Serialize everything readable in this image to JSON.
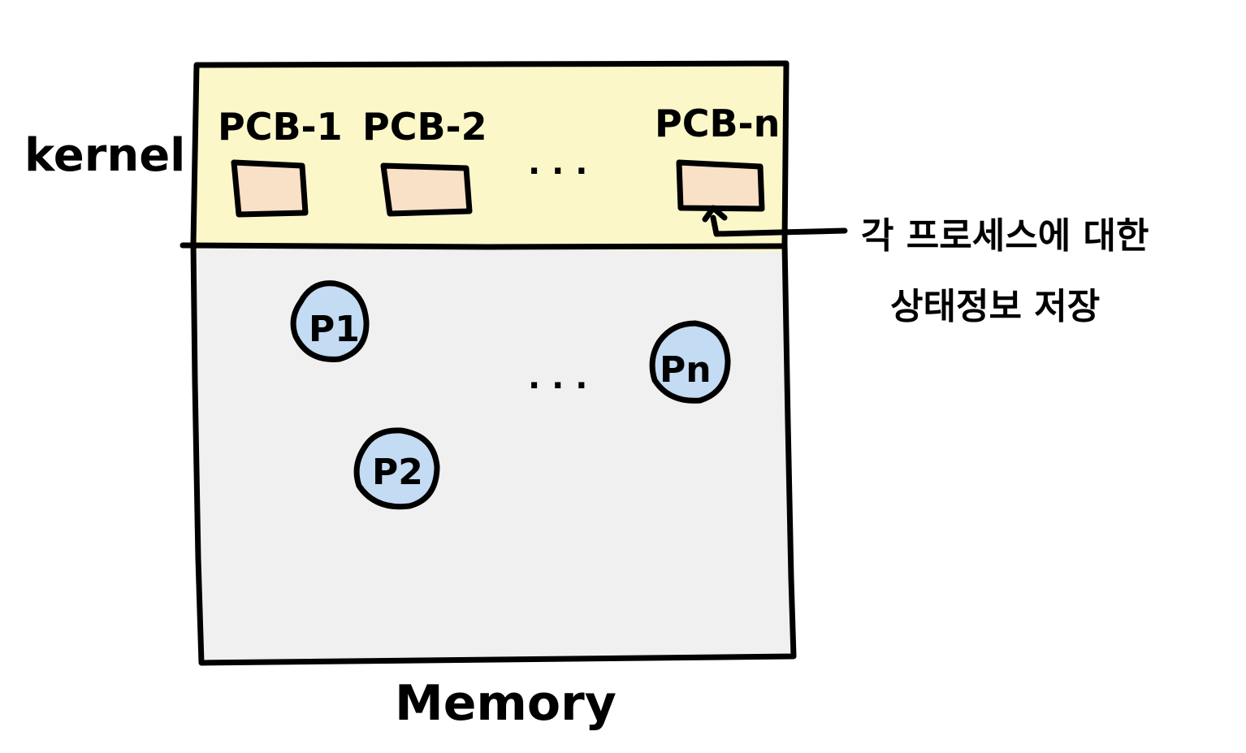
{
  "diagram": {
    "kernel_label": "kernel",
    "memory_label": "Memory",
    "pcb_labels": [
      "PCB-1",
      "PCB-2",
      "PCB-n"
    ],
    "pcb_ellipsis": ". . .",
    "process_labels": [
      "P1",
      "P2",
      "Pn"
    ],
    "process_ellipsis": ". . .",
    "annotation_line1": "각 프로세스에 대한",
    "annotation_line2": "상태정보 저장"
  },
  "colors": {
    "kernel_fill": "#fbf7c9",
    "user_space_fill": "#f0f0f0",
    "pcb_fill": "#f8e1c6",
    "process_fill": "#c3dbf3",
    "stroke": "#000000"
  }
}
